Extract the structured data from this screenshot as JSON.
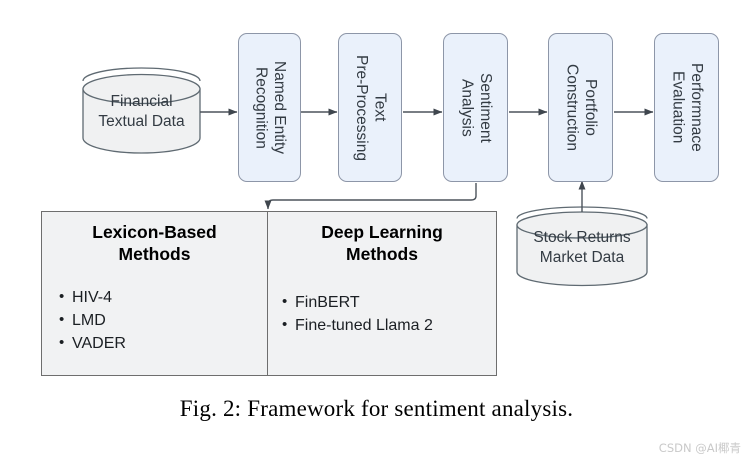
{
  "figure": {
    "caption": "Fig. 2: Framework for sentiment analysis.",
    "watermark": "CSDN @AI椰青"
  },
  "colors": {
    "process_fill": "#eaf1fb",
    "process_stroke": "#8d96a8",
    "datastore_fill": "#f0f1f2",
    "datastore_stroke": "#5f6a72",
    "panel_fill": "#f1f2f3",
    "panel_stroke": "#6e6e6e",
    "arrow": "#4d545c",
    "text": "#333b43"
  },
  "pipeline": {
    "nodes": [
      {
        "id": "financial-textual-data",
        "type": "datastore",
        "label": "Financial\nTextual Data"
      },
      {
        "id": "named-entity-recognition",
        "type": "process",
        "label": "Named Entity\nRecognition"
      },
      {
        "id": "text-pre-processing",
        "type": "process",
        "label": "Text\nPre-Processing"
      },
      {
        "id": "sentiment-analysis",
        "type": "process",
        "label": "Sentiment\nAnalysis"
      },
      {
        "id": "portfolio-construction",
        "type": "process",
        "label": "Portfolio\nConstruction"
      },
      {
        "id": "performance-evaluation",
        "type": "process",
        "label": "Performnace\nEvaluation"
      }
    ],
    "side_input": {
      "id": "stock-returns-market-data",
      "type": "datastore",
      "label": "Stock Returns\nMarket Data"
    }
  },
  "methods_panel": {
    "columns": [
      {
        "id": "lexicon-based-methods",
        "title": "Lexicon-Based\nMethods",
        "items": [
          "HIV-4",
          "LMD",
          "VADER"
        ]
      },
      {
        "id": "deep-learning-methods",
        "title": "Deep Learning\nMethods",
        "items": [
          "FinBERT",
          "Fine-tuned Llama 2"
        ]
      }
    ]
  }
}
